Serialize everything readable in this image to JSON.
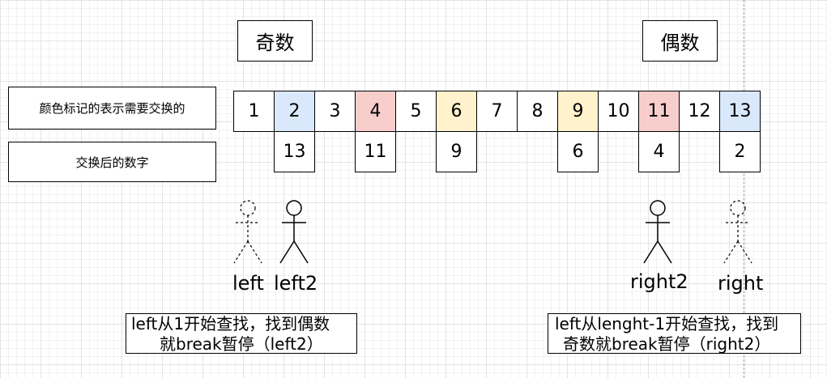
{
  "headings": {
    "odd": "奇数",
    "even": "偶数"
  },
  "legend": {
    "marked": "颜色标记的表示需要交换的",
    "swapped": "交换后的数字"
  },
  "colors": {
    "blue": "#dae8fc",
    "red": "#f8cecc",
    "yellow": "#fff2cc"
  },
  "cells": [
    {
      "value": "1",
      "color": ""
    },
    {
      "value": "2",
      "color": "#dae8fc"
    },
    {
      "value": "3",
      "color": ""
    },
    {
      "value": "4",
      "color": "#f8cecc"
    },
    {
      "value": "5",
      "color": ""
    },
    {
      "value": "6",
      "color": "#fff2cc"
    },
    {
      "value": "7",
      "color": ""
    },
    {
      "value": "8",
      "color": ""
    },
    {
      "value": "9",
      "color": "#fff2cc"
    },
    {
      "value": "10",
      "color": ""
    },
    {
      "value": "11",
      "color": "#f8cecc"
    },
    {
      "value": "12",
      "color": ""
    },
    {
      "value": "13",
      "color": "#dae8fc"
    }
  ],
  "swapped": [
    {
      "under": 1,
      "value": "13"
    },
    {
      "under": 3,
      "value": "11"
    },
    {
      "under": 5,
      "value": "9"
    },
    {
      "under": 8,
      "value": "6"
    },
    {
      "under": 10,
      "value": "4"
    },
    {
      "under": 12,
      "value": "2"
    }
  ],
  "pointers": {
    "left": "left",
    "left2": "left2",
    "right2": "right2",
    "right": "right"
  },
  "notes": {
    "left_line1": "left从1开始查找，找到偶数",
    "left_line2": "就break暂停（left2）",
    "right_line1": "left从lenght-1开始查找，找到",
    "right_line2": "奇数就break暂停（right2）"
  }
}
